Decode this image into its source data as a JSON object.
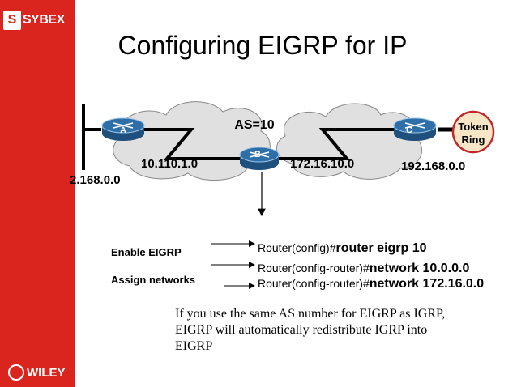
{
  "slide": {
    "title": "Configuring EIGRP for IP",
    "sybex_logo_text": "SYBEX",
    "sybex_logo_mark": "S",
    "wiley_logo_text": "WILEY"
  },
  "network": {
    "as_label": "AS=10",
    "routers": [
      {
        "id": "A",
        "label": "A"
      },
      {
        "id": "B",
        "label": "B"
      },
      {
        "id": "C",
        "label": "C"
      }
    ],
    "networks": {
      "left_edge": "2.168.0.0",
      "left_cloud": "10.110.1.0",
      "right_cloud": "172.16.10.0",
      "right_edge": "192.168.0.0"
    },
    "token_ring": {
      "line1": "Token",
      "line2": "Ring"
    }
  },
  "commands": {
    "enable_label": "Enable EIGRP",
    "assign_label": "Assign networks",
    "lines": [
      {
        "prompt": "Router(config)#",
        "command": "router eigrp 10"
      },
      {
        "prompt": "Router(config-router)#",
        "command": "network 10.0.0.0"
      },
      {
        "prompt": "Router(config-router)#",
        "command": "network 172.16.0.0"
      }
    ]
  },
  "note": {
    "lines": [
      "If you use the same AS number for EIGRP as IGRP,",
      "EIGRP will automatically redistribute IGRP into",
      "EIGRP"
    ]
  },
  "colors": {
    "sidebar": "#d9251d",
    "router_fill": "#2f6fa8",
    "cloud_fill": "#e0e0e0",
    "token_ring_fill": "#f7e7c7",
    "token_ring_border": "#c0282a"
  }
}
